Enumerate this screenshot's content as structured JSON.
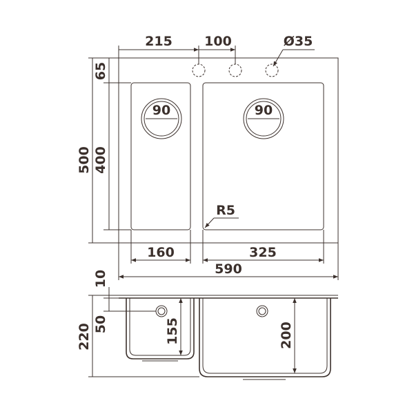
{
  "top_view": {
    "dim_215": "215",
    "dim_100": "100",
    "dim_hole": "Ø35",
    "dim_65": "65",
    "dim_500": "500",
    "dim_400": "400",
    "drain_left": "90",
    "drain_right": "90",
    "radius": "R5",
    "dim_160": "160",
    "dim_325": "325",
    "dim_590": "590"
  },
  "side_view": {
    "dim_10": "10",
    "dim_50": "50",
    "dim_220": "220",
    "dim_155": "155",
    "dim_200": "200"
  },
  "colors": {
    "line": "#3b302c",
    "background": "#ffffff"
  }
}
